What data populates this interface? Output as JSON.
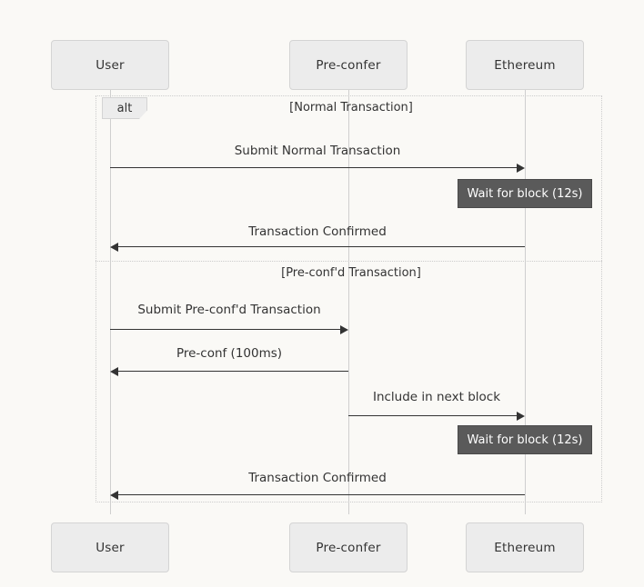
{
  "diagram": {
    "type": "sequence-diagram",
    "background_color": "#faf9f6",
    "actor_fill_color": "#ececec",
    "actor_border_color": "#d4d4d4",
    "line_color": "#333333",
    "note_fill_color": "#5a5a5a",
    "note_text_color": "#ffffff",
    "frame_border_color": "#cccccc"
  },
  "actors": [
    {
      "id": "user",
      "label": "User"
    },
    {
      "id": "preconfer",
      "label": "Pre-confer"
    },
    {
      "id": "ethereum",
      "label": "Ethereum"
    }
  ],
  "actors_bottom": [
    {
      "id": "user",
      "label": "User"
    },
    {
      "id": "preconfer",
      "label": "Pre-confer"
    },
    {
      "id": "ethereum",
      "label": "Ethereum"
    }
  ],
  "alt_frame": {
    "tag": "alt",
    "branches": [
      {
        "condition": "[Normal Transaction]"
      },
      {
        "condition": "[Pre-conf'd Transaction]"
      }
    ]
  },
  "messages": [
    {
      "id": "msg-submit-normal",
      "label": "Submit Normal Transaction",
      "from": "user",
      "to": "ethereum",
      "direction": "right"
    },
    {
      "id": "msg-transaction-confirmed-1",
      "label": "Transaction Confirmed",
      "from": "ethereum",
      "to": "user",
      "direction": "left"
    },
    {
      "id": "msg-submit-preconfd",
      "label": "Submit Pre-conf'd Transaction",
      "from": "user",
      "to": "preconfer",
      "direction": "right"
    },
    {
      "id": "msg-preconf",
      "label": "Pre-conf (100ms)",
      "from": "preconfer",
      "to": "user",
      "direction": "left"
    },
    {
      "id": "msg-include-next-block",
      "label": "Include in next block",
      "from": "preconfer",
      "to": "ethereum",
      "direction": "right"
    },
    {
      "id": "msg-transaction-confirmed-2",
      "label": "Transaction Confirmed",
      "from": "ethereum",
      "to": "user",
      "direction": "left"
    }
  ],
  "notes": [
    {
      "id": "note-wait-block-1",
      "label": "Wait for block (12s)",
      "over": "ethereum"
    },
    {
      "id": "note-wait-block-2",
      "label": "Wait for block (12s)",
      "over": "ethereum"
    }
  ]
}
